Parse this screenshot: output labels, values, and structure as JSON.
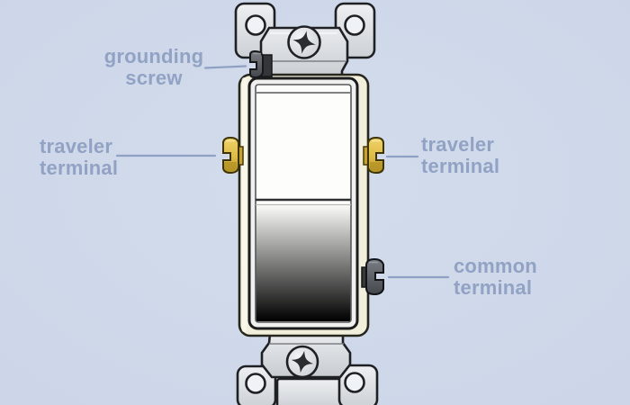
{
  "diagram": {
    "subject": "three-way toggle switch with labeled terminals"
  },
  "labels": {
    "grounding_screw": {
      "line1": "grounding",
      "line2": "screw"
    },
    "traveler_left": {
      "line1": "traveler",
      "line2": "terminal"
    },
    "traveler_right": {
      "line1": "traveler",
      "line2": "terminal"
    },
    "common": {
      "line1": "common",
      "line2": "terminal"
    }
  },
  "colors": {
    "background": "#ccd6e8",
    "label_text": "#91a2c4",
    "leader_line": "#8ea0c3",
    "metal_strap": "#dde0e3",
    "switch_body_cream": "#f1eedb",
    "rocker_white": "#fdfdfc",
    "brass_screw": "#e0bf4a",
    "dark_screw": "#5b5e63",
    "outline": "#1f2023"
  }
}
